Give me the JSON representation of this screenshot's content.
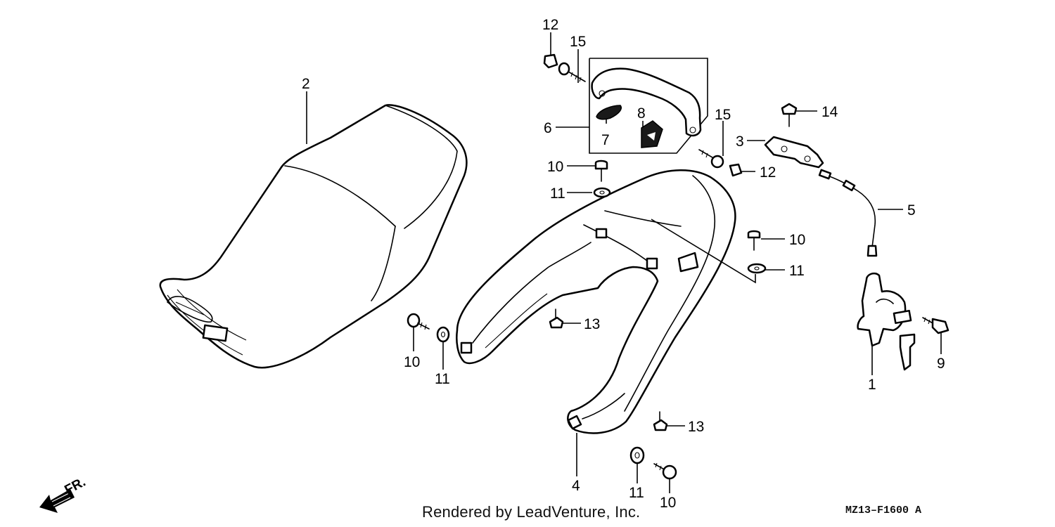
{
  "diagram": {
    "callouts": [
      {
        "id": "c-12a",
        "text": "12"
      },
      {
        "id": "c-15a",
        "text": "15"
      },
      {
        "id": "c-2",
        "text": "2"
      },
      {
        "id": "c-6",
        "text": "6"
      },
      {
        "id": "c-7",
        "text": "7"
      },
      {
        "id": "c-8",
        "text": "8"
      },
      {
        "id": "c-15b",
        "text": "15"
      },
      {
        "id": "c-14",
        "text": "14"
      },
      {
        "id": "c-3",
        "text": "3"
      },
      {
        "id": "c-10a",
        "text": "10"
      },
      {
        "id": "c-11a",
        "text": "11"
      },
      {
        "id": "c-12b",
        "text": "12"
      },
      {
        "id": "c-5",
        "text": "5"
      },
      {
        "id": "c-10b",
        "text": "10"
      },
      {
        "id": "c-11b",
        "text": "11"
      },
      {
        "id": "c-13a",
        "text": "13"
      },
      {
        "id": "c-10c",
        "text": "10"
      },
      {
        "id": "c-11c",
        "text": "11"
      },
      {
        "id": "c-9",
        "text": "9"
      },
      {
        "id": "c-1",
        "text": "1"
      },
      {
        "id": "c-13b",
        "text": "13"
      },
      {
        "id": "c-4",
        "text": "4"
      },
      {
        "id": "c-11d",
        "text": "11"
      },
      {
        "id": "c-10d",
        "text": "10"
      }
    ],
    "direction_label": "FR."
  },
  "footer": {
    "credit": "Rendered by LeadVenture, Inc.",
    "code": "MZ13–F1600 A"
  }
}
